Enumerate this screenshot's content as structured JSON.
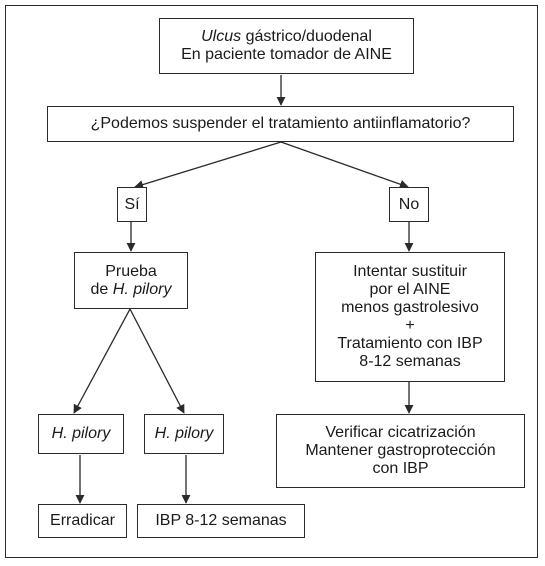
{
  "diagram": {
    "start": {
      "line1_italic": "Ulcus",
      "line1_rest": " gástrico/duodenal",
      "line2": "En paciente tomador de AINE"
    },
    "question": "¿Podemos suspender el tratamiento antiinflamatorio?",
    "yes_label": "Sí",
    "no_label": "No",
    "test": {
      "line1": "Prueba",
      "line2_prefix": "de ",
      "line2_italic": "H. pilory"
    },
    "hp_positive": "H. pilory",
    "hp_negative": "H. pilory",
    "eradicate": "Erradicar",
    "ppi_short": "IBP 8-12 semanas",
    "substitute": {
      "line1": "Intentar sustituir",
      "line2": "por el AINE",
      "line3": "menos gastrolesivo",
      "line4": "+",
      "line5": "Tratamiento con IBP",
      "line6": "8-12 semanas"
    },
    "verify": {
      "line1": "Verificar cicatrización",
      "line2": "Mantener gastroprotección",
      "line3": "con IBP"
    }
  },
  "colors": {
    "line": "#2a2a2a",
    "text": "#1a1a1a",
    "background": "#ffffff"
  }
}
